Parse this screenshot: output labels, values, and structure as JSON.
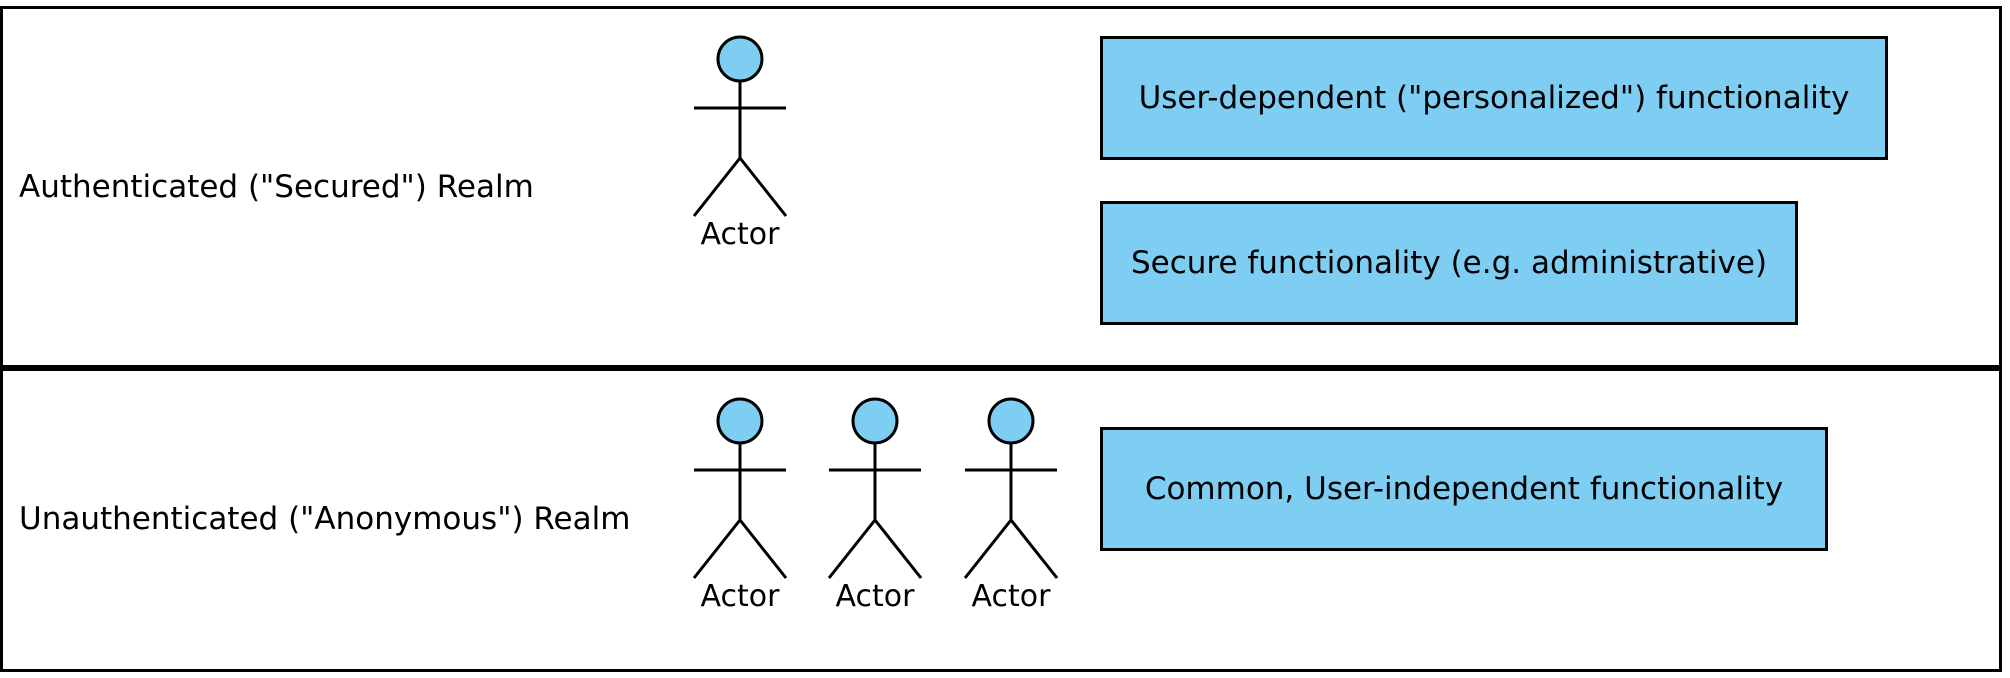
{
  "colors": {
    "usecase_fill": "#7ecef4",
    "actor_head_fill": "#7ecef4",
    "stroke": "#000000"
  },
  "realms": {
    "secured": {
      "label": "Authenticated (\"Secured\") Realm",
      "actor_label": "Actor",
      "usecases": [
        "User-dependent (\"personalized\") functionality",
        "Secure functionality (e.g. administrative)"
      ]
    },
    "anonymous": {
      "label": "Unauthenticated (\"Anonymous\") Realm",
      "actor_labels": [
        "Actor",
        "Actor",
        "Actor"
      ],
      "usecases": [
        "Common, User-independent functionality"
      ]
    }
  },
  "icons": {
    "actor": "stick-figure-actor-icon"
  }
}
